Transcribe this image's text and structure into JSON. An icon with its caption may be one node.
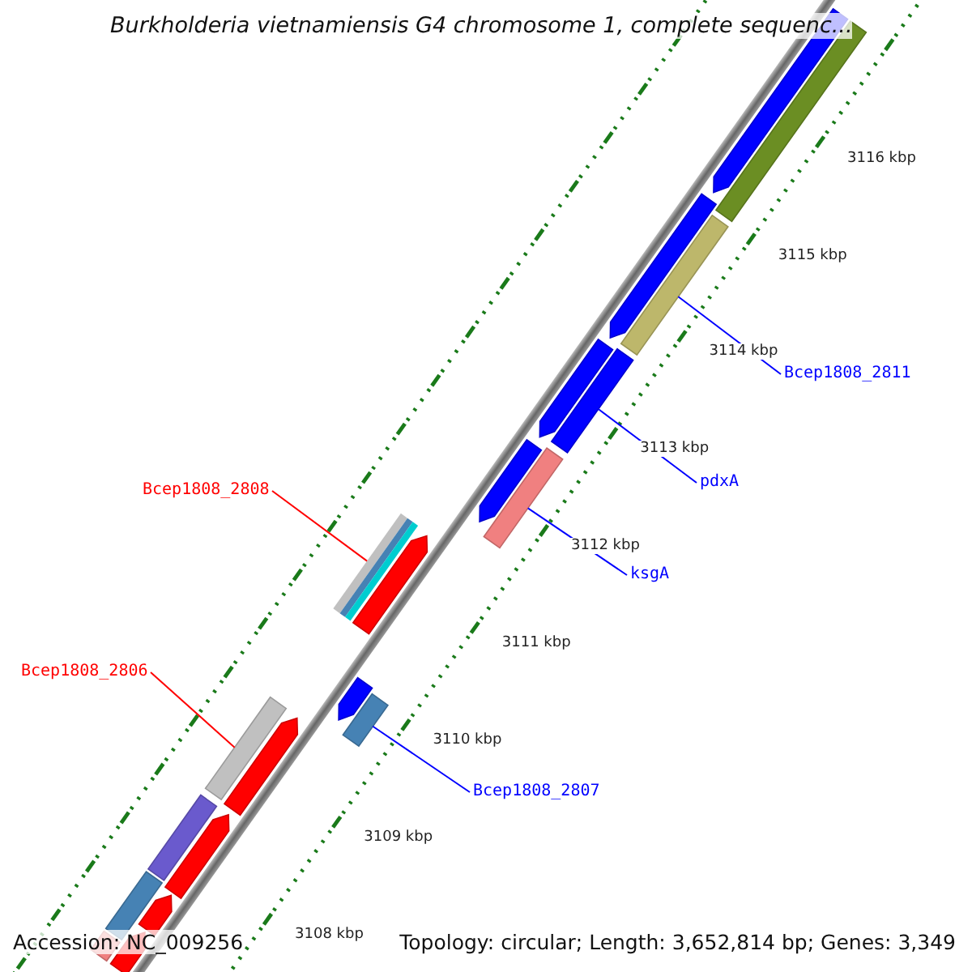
{
  "diagram": {
    "title": "Burkholderia vietnamiensis G4 chromosome 1, complete sequenc...",
    "nodes": [
      {
        "text": [
          "Bcep1808_2808"
        ]
      },
      {
        "text": [],
        "shape": "bar"
      },
      {
        "text": [
          "Bcep1808_2806"
        ]
      },
      {
        "text": [],
        "shape": "bar"
      },
      {
        "text": [
          "Bcep1808_2807"
        ]
      },
      {
        "text": [],
        "shape": "bar"
      },
      {
        "text": [
          "ksgA"
        ]
      },
      {
        "text": [],
        "shape": "bar"
      },
      {
        "text": [
          "pdxA"
        ]
      },
      {
        "text": [],
        "shape": "bar"
      },
      {
        "text": [
          "Bcep1808_2811"
        ]
      },
      {
        "text": [],
        "shape": "bar"
      }
    ],
    "edges": [
      {
        "from": 0,
        "to": 1,
        "arrow": "none",
        "color": "#ff0000"
      },
      {
        "from": 2,
        "to": 3,
        "arrow": "none",
        "color": "#ff0000"
      },
      {
        "from": 4,
        "to": 5,
        "arrow": "none"
      },
      {
        "from": 6,
        "to": 7,
        "arrow": "none"
      },
      {
        "from": 8,
        "to": 9,
        "arrow": "none"
      },
      {
        "from": 10,
        "to": 11,
        "arrow": "none"
      }
    ],
    "labels": [
      "3116 kbp",
      "3115 kbp",
      "3114 kbp",
      "3113 kbp",
      "3112 kbp",
      "3111 kbp",
      "3110 kbp",
      "3109 kbp",
      "3108 kbp",
      "Accession: NC_009256",
      "Topology: circular; Length: 3,652,814 bp; Genes: 3,349"
    ]
  }
}
